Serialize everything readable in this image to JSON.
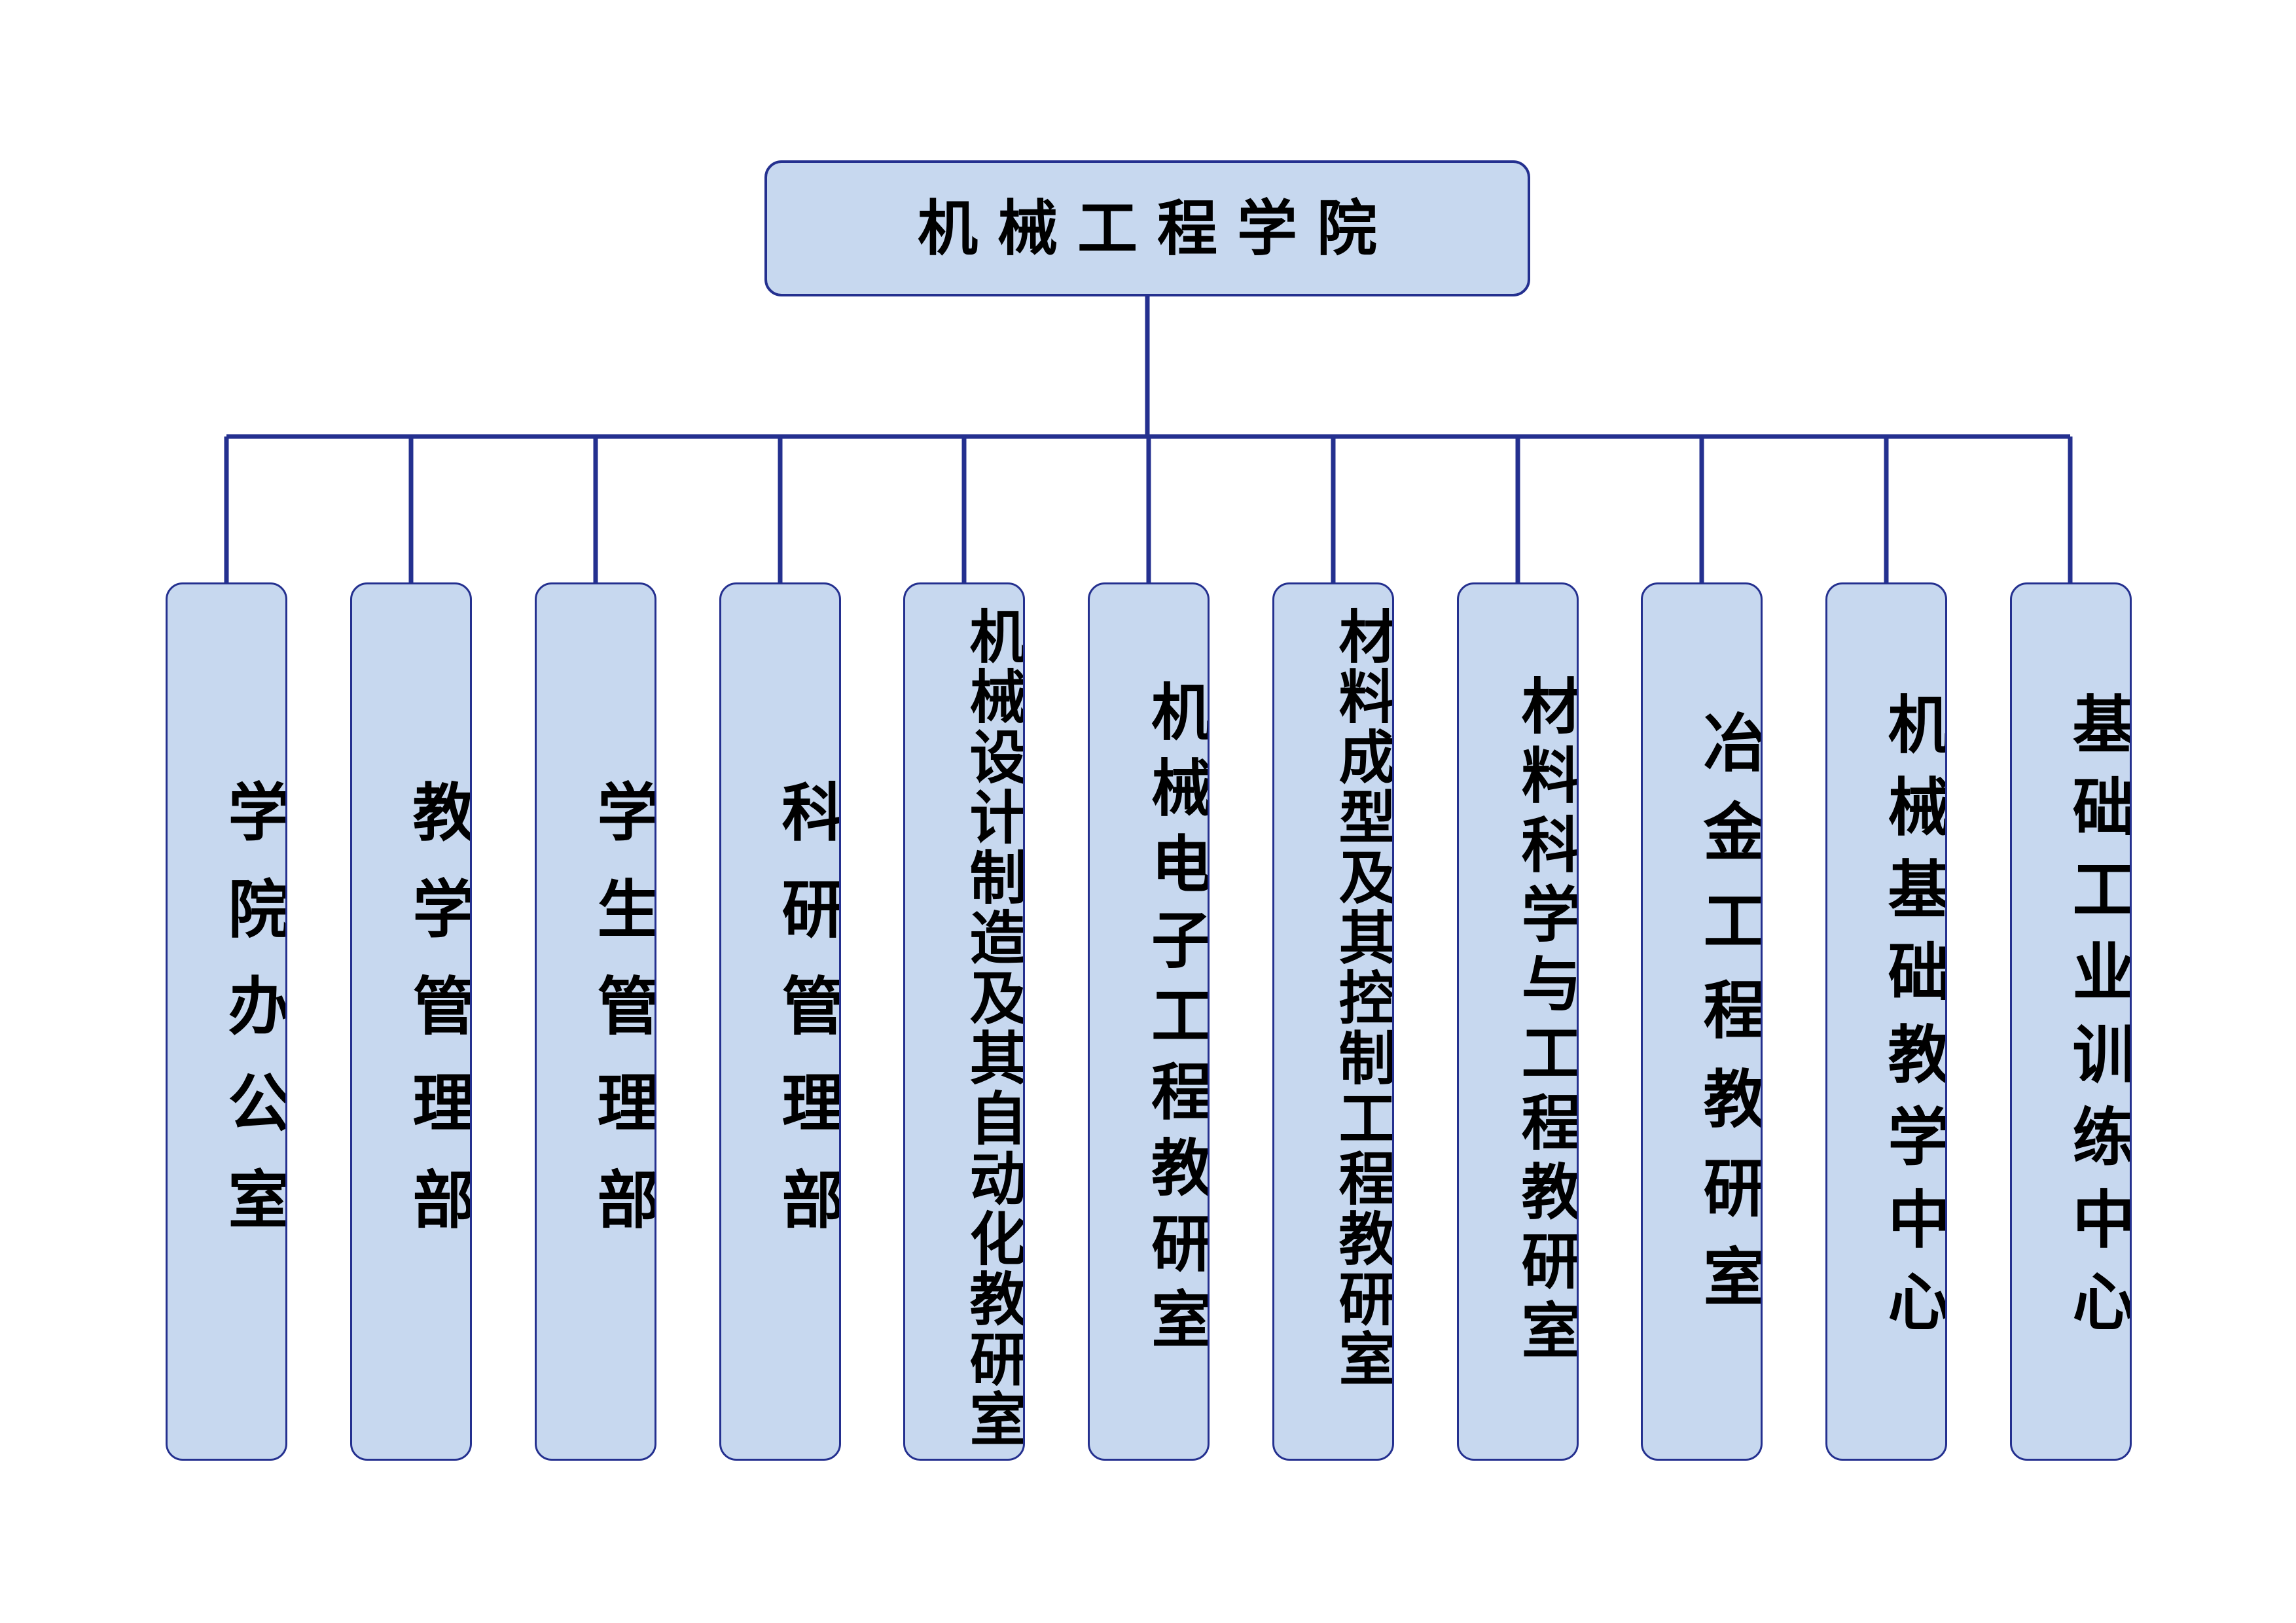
{
  "diagram": {
    "title": "机械工程学院组织机构图",
    "type": "organization-chart",
    "colors": {
      "node_fill": "#c7d8ef",
      "node_border": "#24308f",
      "connector": "#24308f",
      "text": "#000000",
      "background": "#ffffff"
    },
    "root": {
      "label": "机械工程学院"
    },
    "children": [
      {
        "label": "学院办公室"
      },
      {
        "label": "教学管理部"
      },
      {
        "label": "学生管理部"
      },
      {
        "label": "科研管理部"
      },
      {
        "label": "机械设计制造及其自动化教研室"
      },
      {
        "label": "机械电子工程教研室"
      },
      {
        "label": "材料成型及其控制工程教研室"
      },
      {
        "label": "材料科学与工程教研室"
      },
      {
        "label": "冶金工程教研室"
      },
      {
        "label": "机械基础教学中心"
      },
      {
        "label": "基础工业训练中心"
      }
    ]
  }
}
